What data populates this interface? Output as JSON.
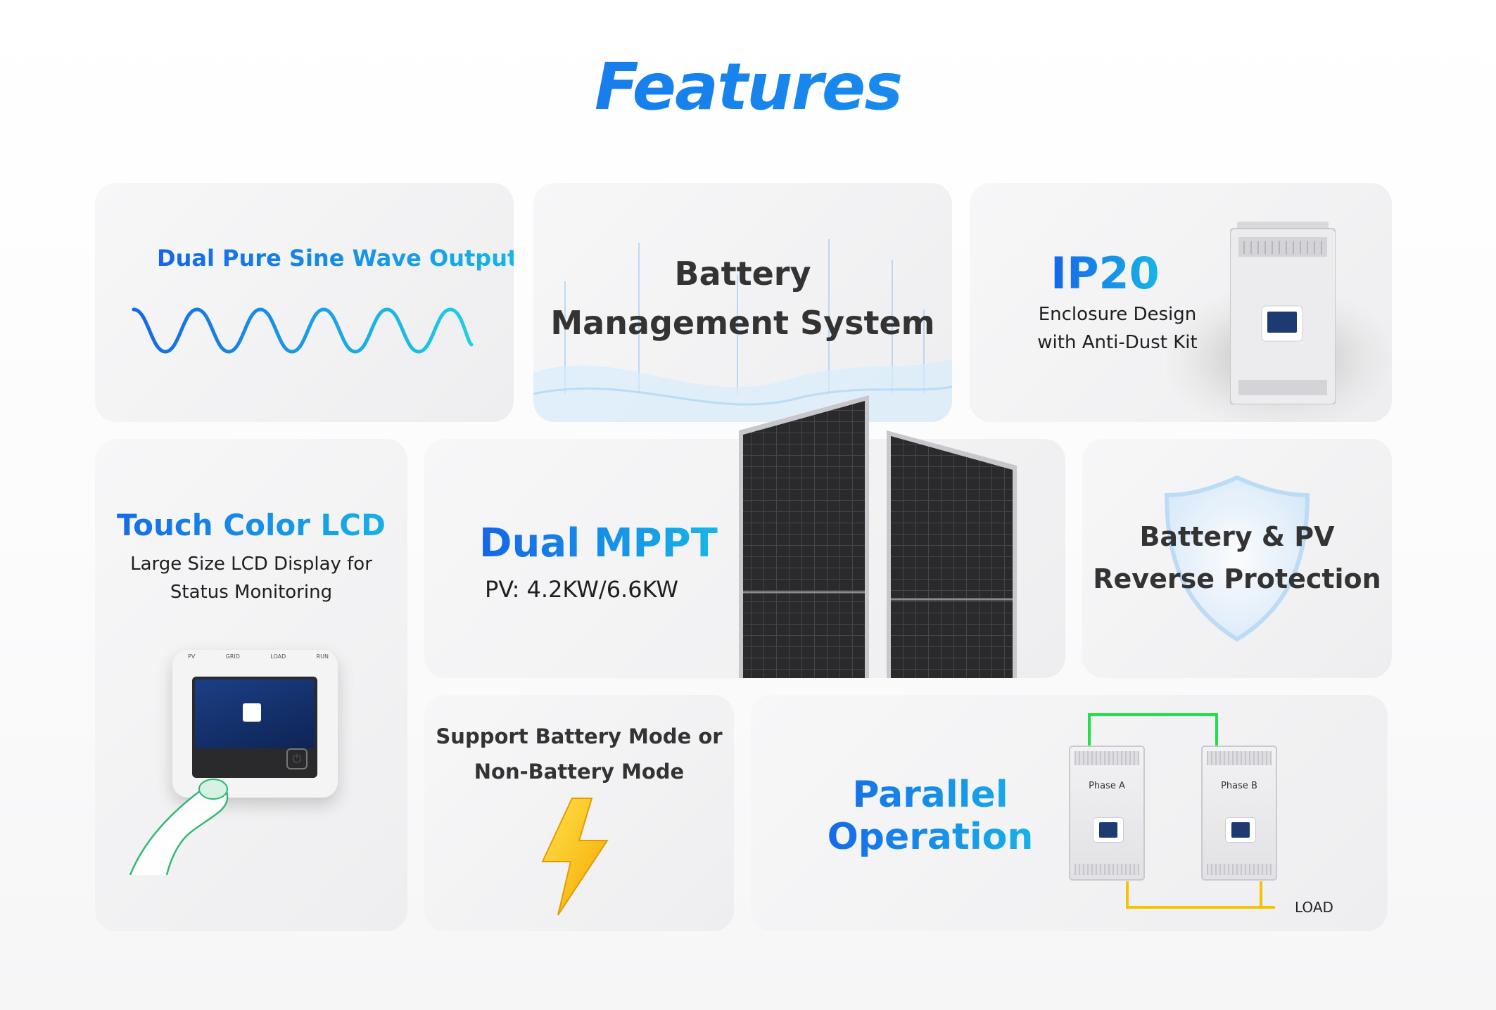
{
  "title": "Features",
  "cards": {
    "sine_wave": {
      "title": "Dual Pure Sine Wave Output"
    },
    "bms": {
      "line1": "Battery",
      "line2": "Management System"
    },
    "ip20": {
      "title": "IP20",
      "line1": "Enclosure Design",
      "line2": "with Anti-Dust Kit"
    },
    "touch_lcd": {
      "title": "Touch Color LCD",
      "line1": "Large Size LCD Display for",
      "line2": "Status Monitoring",
      "indicators": [
        "PV",
        "GRID",
        "LOAD",
        "RUN"
      ]
    },
    "dual_mppt": {
      "title": "Dual MPPT",
      "subtitle": "PV: 4.2KW/6.6KW"
    },
    "reverse_protection": {
      "line1": "Battery & PV",
      "line2": "Reverse Protection"
    },
    "battery_mode": {
      "line1": "Support Battery Mode or",
      "line2": "Non-Battery Mode"
    },
    "parallel": {
      "line1": "Parallel",
      "line2": "Operation",
      "phase_a": "Phase A",
      "phase_b": "Phase B",
      "load_label": "LOAD"
    }
  },
  "colors": {
    "accent_blue": "#1565e8",
    "accent_cyan": "#18b6e6",
    "wire_green": "#22e04a",
    "wire_yellow": "#f5c400",
    "bolt_yellow": "#ffcc00"
  },
  "icons": [
    "sine-wave-icon",
    "shield-icon",
    "lightning-bolt-icon",
    "solar-panel-icon",
    "inverter-icon",
    "lcd-panel-icon",
    "finger-icon",
    "power-icon"
  ]
}
